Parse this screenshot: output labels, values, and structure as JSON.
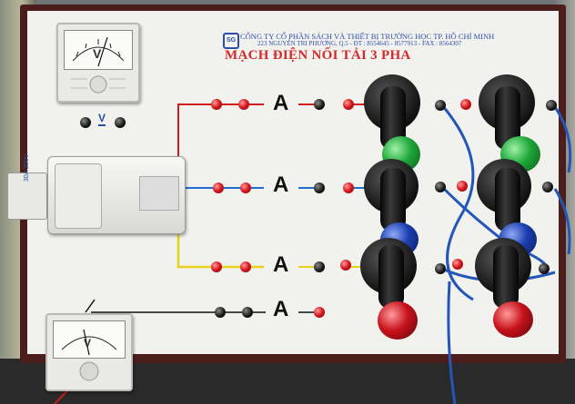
{
  "board": {
    "company": "CÔNG TY CỔ PHẦN SÁCH VÀ THIẾT BỊ TRƯỜNG HỌC TP. HỒ CHÍ MINH",
    "address": "223 NGUYỄN TRI PHƯƠNG, Q.5 - ĐT : 8554645 - 8577913 - FAX : 8564307",
    "title": "MẠCH ĐIỆN NỐI TẢI 3 PHA"
  },
  "voltmeter_top": {
    "unit": "V"
  },
  "voltmeter_bottom": {
    "unit": "V"
  },
  "voltage_label": "V",
  "switch_label": "30A 250V",
  "ammeters": [
    {
      "label": "A"
    },
    {
      "label": "A"
    },
    {
      "label": "A"
    },
    {
      "label": "A"
    }
  ],
  "bulb_colors": {
    "green": "#1fa83a",
    "blue": "#1c3fb0",
    "red": "#c8121c"
  },
  "wire_colors": {
    "phase_1": "#d11a1a",
    "phase_2": "#1f6fd1",
    "phase_3": "#e8d11a",
    "neutral": "#111111",
    "leads": "#2456b8"
  }
}
